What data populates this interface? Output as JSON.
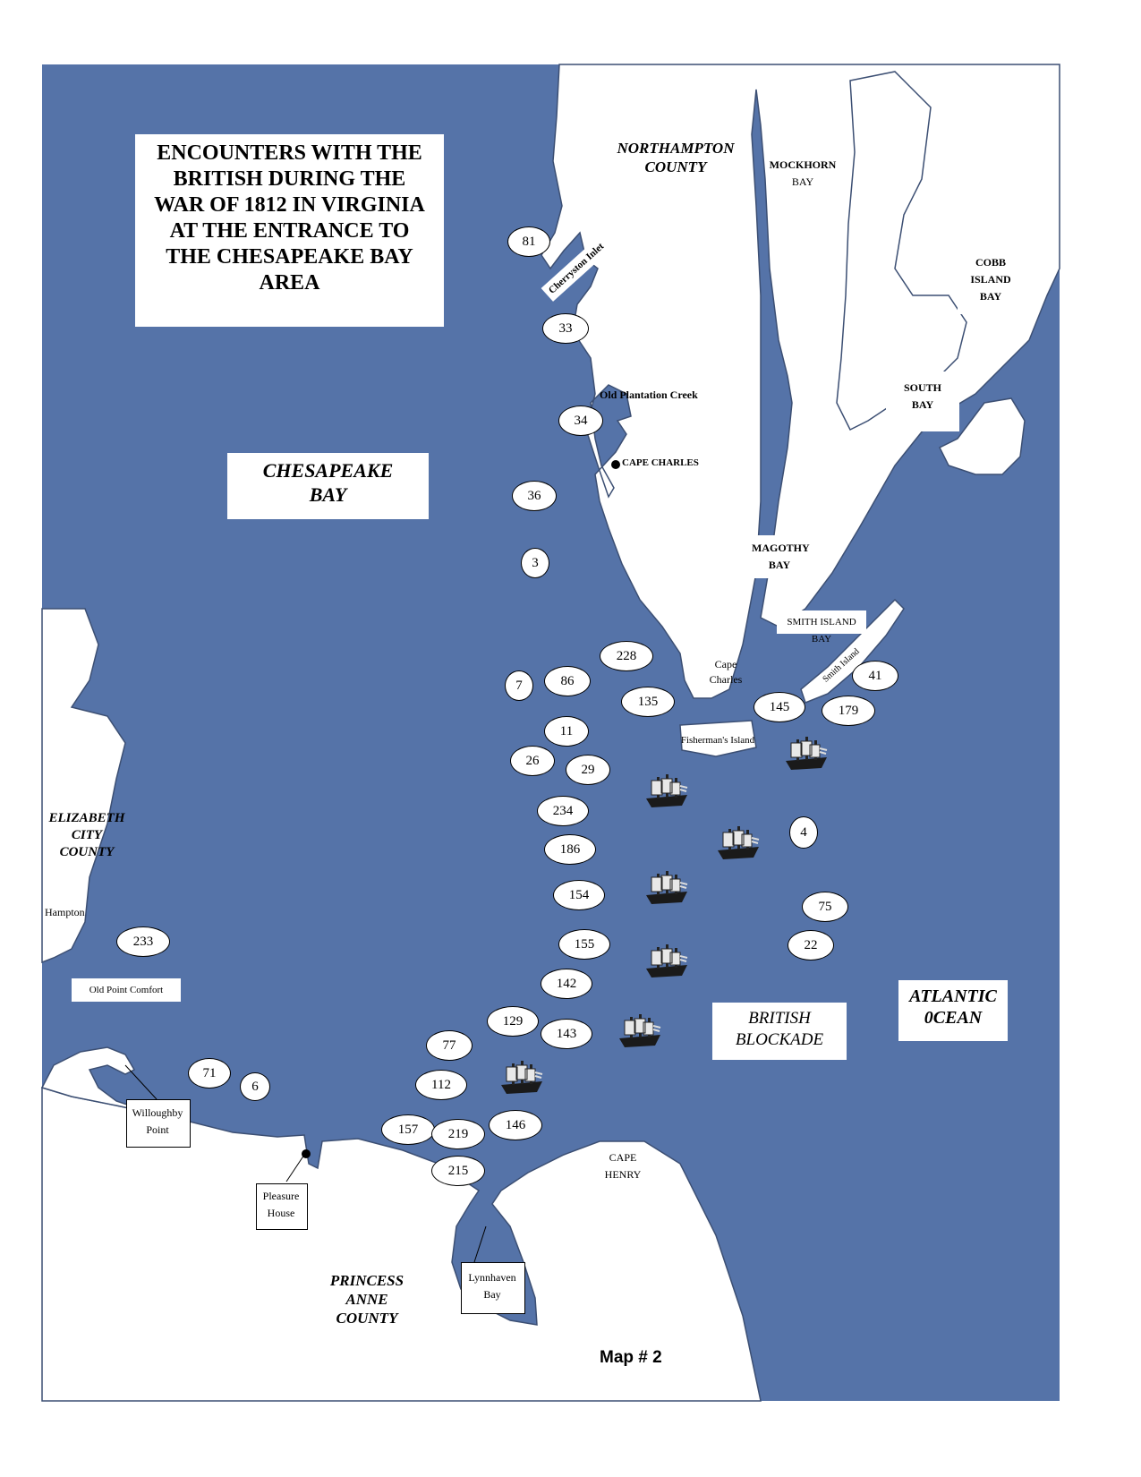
{
  "map": {
    "title_lines": [
      "ENCOUNTERS WITH THE",
      "BRITISH DURING THE",
      "WAR OF 1812 IN VIRGINIA",
      "AT THE ENTRANCE TO",
      "THE CHESAPEAKE BAY",
      "AREA"
    ],
    "map_number": "Map # 2",
    "water_color": "#5573a8",
    "land_color": "#ffffff",
    "labels": {
      "chesapeake_bay": [
        "CHESAPEAKE",
        "BAY"
      ],
      "atlantic_ocean": [
        "ATLANTIC",
        "0CEAN"
      ],
      "british_blockade": [
        "BRITISH",
        "BLOCKADE"
      ],
      "northampton_county": [
        "NORTHAMPTON",
        "COUNTY"
      ],
      "elizabeth_city_county": [
        "ELIZABETH",
        "CITY",
        "COUNTY"
      ],
      "princess_anne_county": [
        "PRINCESS",
        "ANNE",
        "COUNTY"
      ],
      "mockhorn_bay": [
        "MOCKHORN",
        "BAY"
      ],
      "cobb_island_bay": [
        "COBB",
        "ISLAND",
        "BAY"
      ],
      "south_bay": [
        "SOUTH",
        "BAY"
      ],
      "magothy_bay": [
        "MAGOTHY",
        "BAY"
      ],
      "smith_island_bay": "SMITH ISLAND BAY",
      "smith_island": "Smith Island",
      "cherryston_inlet": "Cherryston Inlet",
      "old_plantation_creek": "Old Plantation Creek",
      "cape_charles_town": "CAPE CHARLES",
      "cape_charles_point": [
        "Cape",
        "Charles"
      ],
      "fishermans_island": "Fisherman's Island",
      "hampton": "Hampton",
      "old_point_comfort": "Old Point Comfort",
      "willoughby_point": [
        "Willoughby",
        "Point"
      ],
      "pleasure_house": [
        "Pleasure",
        "House"
      ],
      "lynnhaven_bay": [
        "Lynnhaven",
        "Bay"
      ],
      "cape_henry": [
        "CAPE",
        "HENRY"
      ]
    },
    "encounter_markers": [
      "81",
      "33",
      "34",
      "36",
      "3",
      "228",
      "7",
      "86",
      "135",
      "11",
      "26",
      "29",
      "234",
      "186",
      "154",
      "155",
      "142",
      "129",
      "143",
      "77",
      "112",
      "71",
      "6",
      "157",
      "219",
      "146",
      "215",
      "233",
      "145",
      "41",
      "179",
      "4",
      "75",
      "22"
    ],
    "ship_icon": "sailing-ship-icon"
  }
}
